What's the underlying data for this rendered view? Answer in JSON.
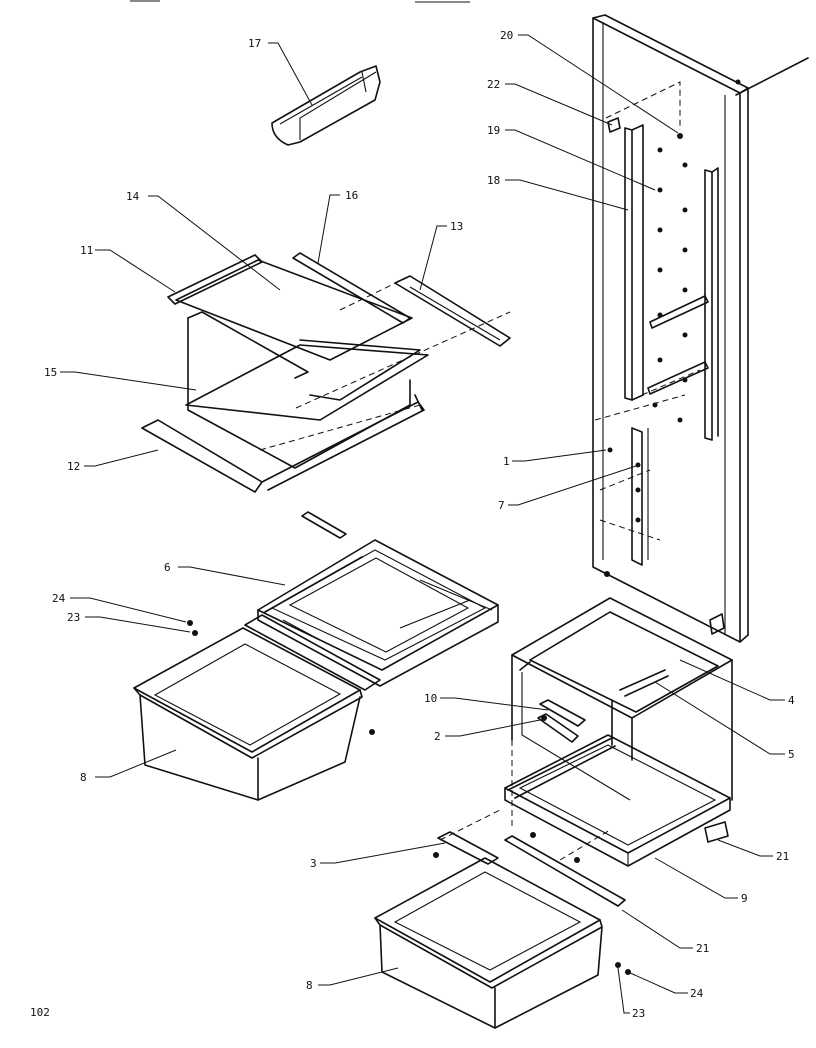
{
  "figure_id": "102",
  "callouts": {
    "c1": "1",
    "c2": "2",
    "c3": "3",
    "c4": "4",
    "c5": "5",
    "c6": "6",
    "c7": "7",
    "c8a": "8",
    "c8b": "8",
    "c9": "9",
    "c10": "10",
    "c11": "11",
    "c12": "12",
    "c13": "13",
    "c14": "14",
    "c15": "15",
    "c16": "16",
    "c17": "17",
    "c18": "18",
    "c19": "19",
    "c20": "20",
    "c21a": "21",
    "c21b": "21",
    "c22": "22",
    "c23a": "23",
    "c23b": "23",
    "c24a": "24",
    "c24b": "24"
  }
}
